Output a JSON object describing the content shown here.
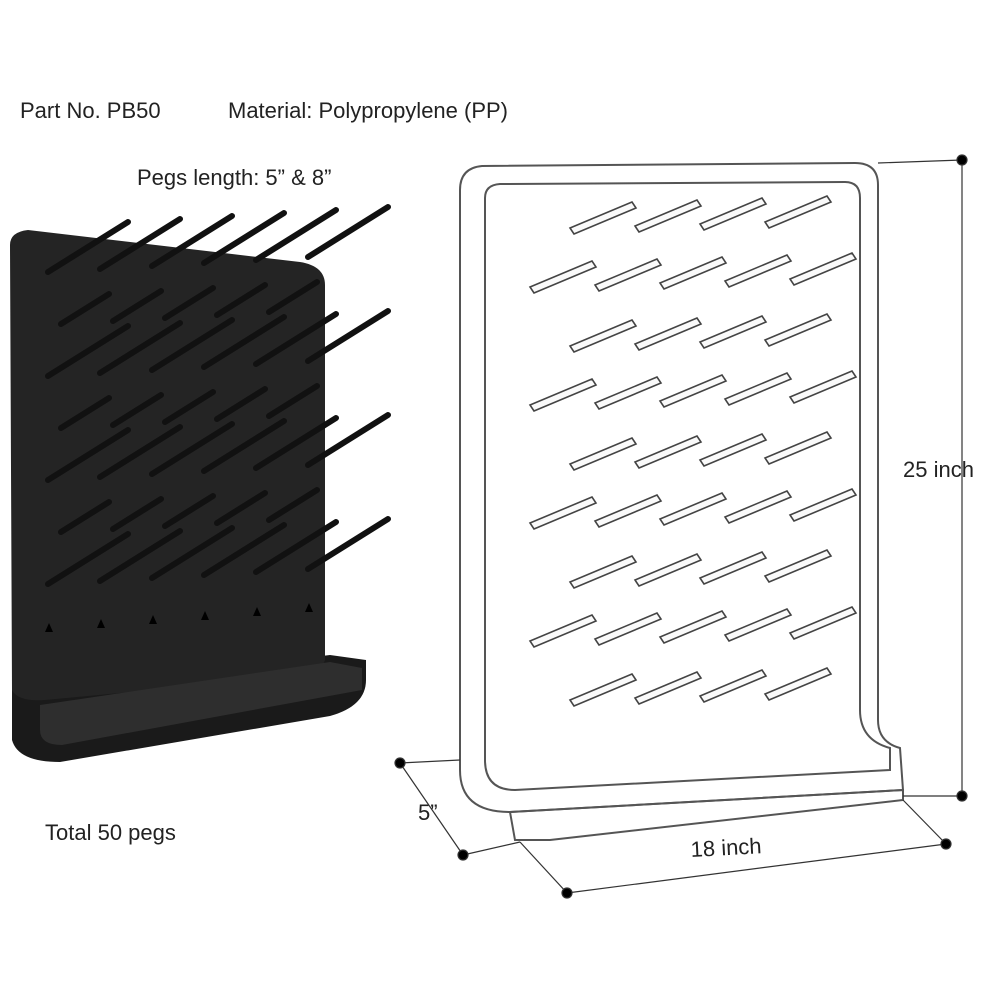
{
  "header": {
    "part_no": "Part No. PB50",
    "material": "Material: Polypropylene (PP)",
    "pegs_length": "Pegs length: 5” & 8”"
  },
  "footer": {
    "total_pegs": "Total 50 pegs"
  },
  "dimensions": {
    "height": "25 inch",
    "width": "18 inch",
    "depth": "5”"
  },
  "colors": {
    "rack_black": "#1f1f1f",
    "line_gray": "#555555"
  }
}
